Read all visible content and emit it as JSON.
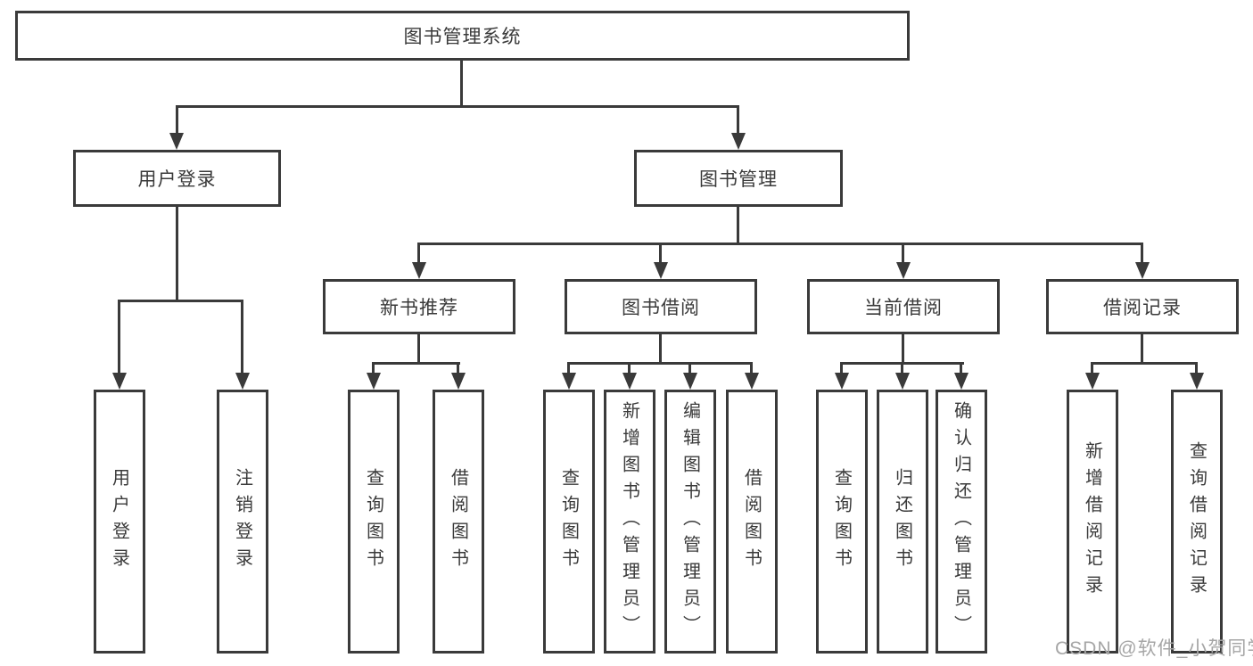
{
  "diagram": {
    "root": {
      "label": "图书管理系统"
    },
    "level2": [
      {
        "label": "用户登录"
      },
      {
        "label": "图书管理"
      }
    ],
    "level3": [
      {
        "label": "新书推荐"
      },
      {
        "label": "图书借阅"
      },
      {
        "label": "当前借阅"
      },
      {
        "label": "借阅记录"
      }
    ],
    "leaves": {
      "user_login": [
        "用户登录",
        "注销登录"
      ],
      "new_books": [
        "查询图书",
        "借阅图书"
      ],
      "book_borrow": [
        "查询图书",
        "新增图书（管理员）",
        "编辑图书（管理员）",
        "借阅图书"
      ],
      "current_borrow": [
        "查询图书",
        "归还图书",
        "确认归还（管理员）"
      ],
      "borrow_records": [
        "新增借阅记录",
        "查询借阅记录"
      ]
    }
  },
  "watermark": {
    "text": "CSDN @软件_小贺同学"
  },
  "colors": {
    "line": "#3a3a3a",
    "text": "#3a3a3a",
    "node_background": "#ffffff",
    "watermark": "#a6a6a6",
    "background": "#ffffff"
  }
}
